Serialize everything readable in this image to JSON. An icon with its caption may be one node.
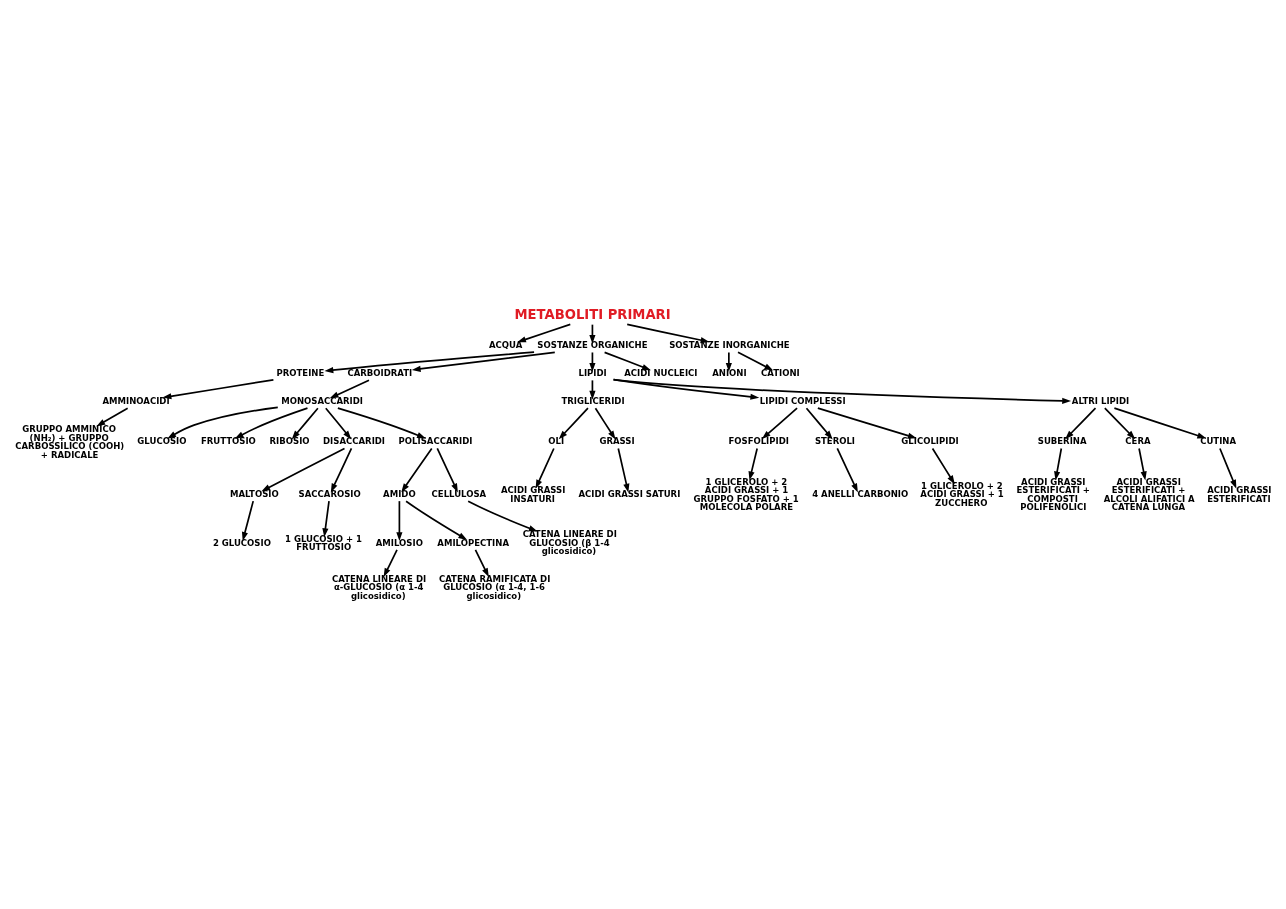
{
  "diagram": {
    "nodes": [
      {
        "text": [
          "METABOLITI PRIMARI"
        ]
      },
      {
        "text": [
          "ACQUA"
        ]
      },
      {
        "text": [
          "SOSTANZE ORGANICHE"
        ]
      },
      {
        "text": [
          "SOSTANZE INORGANICHE"
        ]
      },
      {
        "text": [
          "ANIONI"
        ]
      },
      {
        "text": [
          "CATIONI"
        ]
      },
      {
        "text": [
          "PROTEINE"
        ]
      },
      {
        "text": [
          "CARBOIDRATI"
        ]
      },
      {
        "text": [
          "LIPIDI"
        ]
      },
      {
        "text": [
          "ACIDI NUCLEICI"
        ]
      },
      {
        "text": [
          "AMMINOACIDI"
        ]
      },
      {
        "text": [
          "GRUPPO AMMINICO (NH₂) + GRUPPO CARBOSSILICO (COOH) + RADICALE"
        ]
      },
      {
        "text": [
          "GLUCOSIO"
        ]
      },
      {
        "text": [
          "FRUTTOSIO"
        ]
      },
      {
        "text": [
          "RIBOSIO"
        ]
      },
      {
        "text": [
          "MONOSACCARIDI"
        ]
      },
      {
        "text": [
          "TRIGLICERIDI"
        ]
      },
      {
        "text": [
          "LIPIDI COMPLESSI"
        ]
      },
      {
        "text": [
          "ALTRI LIPIDI"
        ]
      },
      {
        "text": [
          "DISACCARIDI"
        ]
      },
      {
        "text": [
          "POLISACCARIDI"
        ]
      },
      {
        "text": [
          "OLI"
        ]
      },
      {
        "text": [
          "GRASSI"
        ]
      },
      {
        "text": [
          "ACIDI GRASSI INSATURI"
        ]
      },
      {
        "text": [
          "ACIDI GRASSI SATURI"
        ]
      },
      {
        "text": [
          "MALTOSIO"
        ]
      },
      {
        "text": [
          "SACCAROSIO"
        ]
      },
      {
        "text": [
          "AMIDO"
        ]
      },
      {
        "text": [
          "CELLULOSA"
        ]
      },
      {
        "text": [
          "FOSFOLIPIDI"
        ]
      },
      {
        "text": [
          "STEROLI"
        ]
      },
      {
        "text": [
          "GLICOLIPIDI"
        ]
      },
      {
        "text": [
          "2 GLUCOSIO"
        ]
      },
      {
        "text": [
          "1 GLUCOSIO + 1 FRUTTOSIO"
        ]
      },
      {
        "text": [
          "CATENA LINEARE DI GLUCOSIO (β 1-4 glicosidico)"
        ]
      },
      {
        "text": [
          "1 GLICEROLO + 2 ACIDI GRASSI + 1 GRUPPO FOSFATO + 1 MOLECOLA POLARE"
        ]
      },
      {
        "text": [
          "4 ANELLI CARBONIO"
        ]
      },
      {
        "text": [
          "1 GLICEROLO + 2 ACIDI GRASSI + 1 ZUCCHERO"
        ]
      },
      {
        "text": [
          "AMILOSIO"
        ]
      },
      {
        "text": [
          "AMILOPECTINA"
        ]
      },
      {
        "text": [
          "CATENA LINEARE DI α-GLUCOSIO (α 1-4 glicosidico)"
        ]
      },
      {
        "text": [
          "CATENA RAMIFICATA DI GLUCOSIO (α 1-4, 1-6 glicosidico)"
        ]
      },
      {
        "text": [
          "SUBERINA"
        ]
      },
      {
        "text": [
          "CERA"
        ]
      },
      {
        "text": [
          "CUTINA"
        ]
      },
      {
        "text": [
          "ACIDI GRASSI ESTERIFICATI + COMPOSTI POLIFENOLICI"
        ]
      },
      {
        "text": [
          "ACIDI GRASSI ESTERIFICATI + ALCOLI ALIFATICI A CATENA LUNGA"
        ]
      },
      {
        "text": [
          "ACIDI GRASSI ESTERIFICATI"
        ]
      }
    ],
    "edges": [
      {
        "from": 0,
        "to": 1,
        "arrow": "to"
      },
      {
        "from": 0,
        "to": 2,
        "arrow": "to"
      },
      {
        "from": 0,
        "to": 3,
        "arrow": "to"
      },
      {
        "from": 3,
        "to": 4,
        "arrow": "to"
      },
      {
        "from": 3,
        "to": 5,
        "arrow": "to"
      },
      {
        "from": 2,
        "to": 6,
        "arrow": "to"
      },
      {
        "from": 2,
        "to": 7,
        "arrow": "to"
      },
      {
        "from": 2,
        "to": 8,
        "arrow": "to"
      },
      {
        "from": 2,
        "to": 9,
        "arrow": "to"
      },
      {
        "from": 6,
        "to": 10,
        "arrow": "to"
      },
      {
        "from": 10,
        "to": 11,
        "arrow": "to"
      },
      {
        "from": 7,
        "to": 15,
        "arrow": "to"
      },
      {
        "from": 15,
        "to": 12,
        "arrow": "to"
      },
      {
        "from": 15,
        "to": 13,
        "arrow": "to"
      },
      {
        "from": 15,
        "to": 14,
        "arrow": "to"
      },
      {
        "from": 15,
        "to": 19,
        "arrow": "to"
      },
      {
        "from": 15,
        "to": 20,
        "arrow": "to"
      },
      {
        "from": 8,
        "to": 16,
        "arrow": "to"
      },
      {
        "from": 8,
        "to": 17,
        "arrow": "to"
      },
      {
        "from": 8,
        "to": 18,
        "arrow": "to"
      },
      {
        "from": 16,
        "to": 21,
        "arrow": "to"
      },
      {
        "from": 16,
        "to": 22,
        "arrow": "to"
      },
      {
        "from": 21,
        "to": 23,
        "arrow": "to"
      },
      {
        "from": 22,
        "to": 24,
        "arrow": "to"
      },
      {
        "from": 19,
        "to": 25,
        "arrow": "to"
      },
      {
        "from": 19,
        "to": 26,
        "arrow": "to"
      },
      {
        "from": 20,
        "to": 27,
        "arrow": "to"
      },
      {
        "from": 20,
        "to": 28,
        "arrow": "to"
      },
      {
        "from": 25,
        "to": 32,
        "arrow": "to"
      },
      {
        "from": 26,
        "to": 33,
        "arrow": "to"
      },
      {
        "from": 28,
        "to": 34,
        "arrow": "to"
      },
      {
        "from": 17,
        "to": 29,
        "arrow": "to"
      },
      {
        "from": 17,
        "to": 30,
        "arrow": "to"
      },
      {
        "from": 17,
        "to": 31,
        "arrow": "to"
      },
      {
        "from": 29,
        "to": 35,
        "arrow": "to"
      },
      {
        "from": 30,
        "to": 36,
        "arrow": "to"
      },
      {
        "from": 31,
        "to": 37,
        "arrow": "to"
      },
      {
        "from": 27,
        "to": 38,
        "arrow": "to"
      },
      {
        "from": 27,
        "to": 39,
        "arrow": "to"
      },
      {
        "from": 38,
        "to": 40,
        "arrow": "to"
      },
      {
        "from": 39,
        "to": 41,
        "arrow": "to"
      },
      {
        "from": 18,
        "to": 42,
        "arrow": "to"
      },
      {
        "from": 18,
        "to": 43,
        "arrow": "to"
      },
      {
        "from": 18,
        "to": 44,
        "arrow": "to"
      },
      {
        "from": 42,
        "to": 45,
        "arrow": "to"
      },
      {
        "from": 43,
        "to": 46,
        "arrow": "to"
      },
      {
        "from": 44,
        "to": 47,
        "arrow": "to"
      }
    ]
  }
}
